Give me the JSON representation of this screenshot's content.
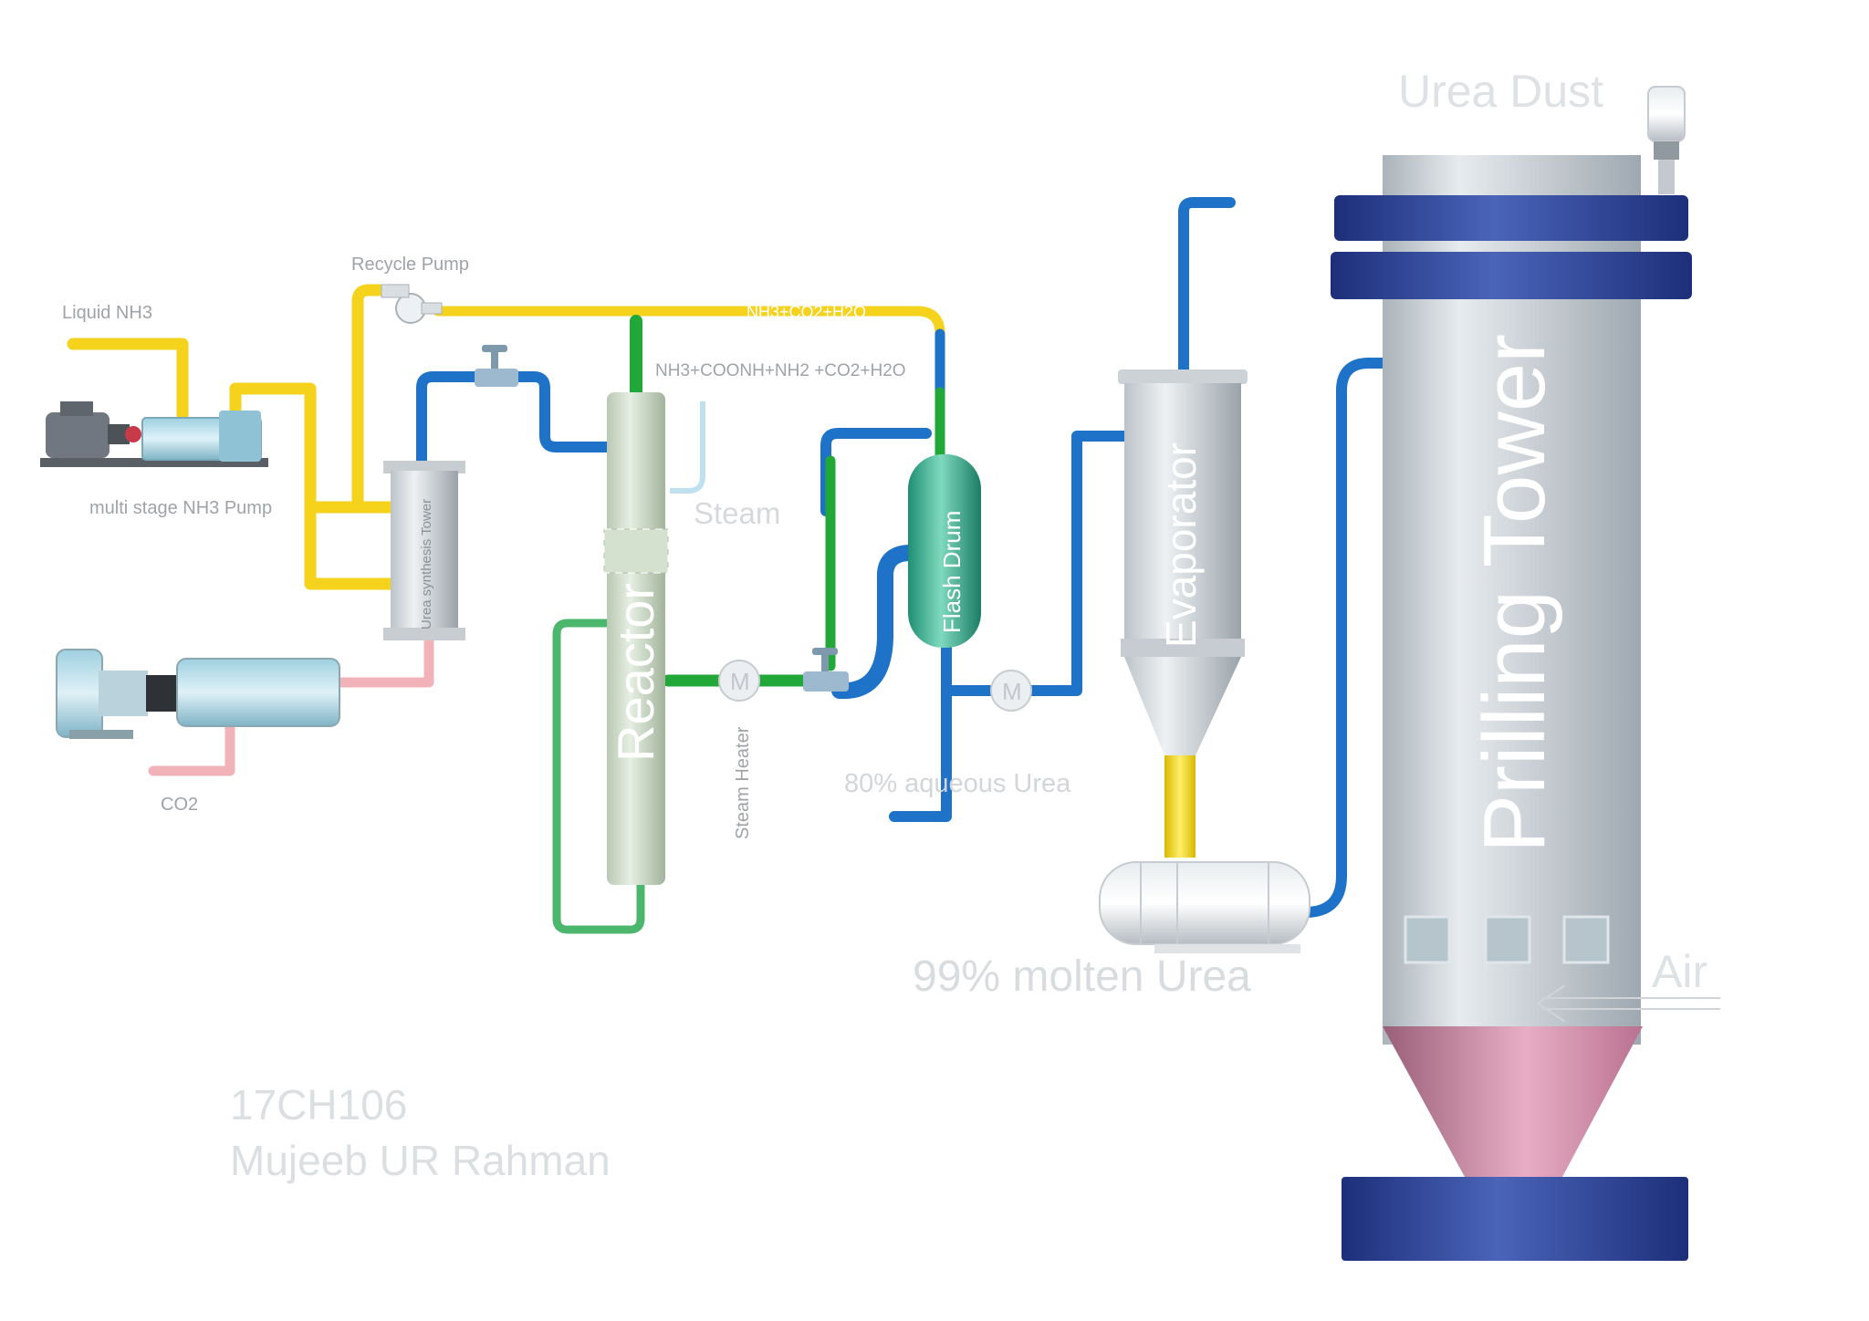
{
  "labels": {
    "liquid_nh3": "Liquid NH3",
    "recycle_pump": "Recycle Pump",
    "top_line": "NH3+CO2+H2O",
    "reactor_line": "NH3+COONH+NH2 +CO2+H2O",
    "nh3_pump": "multi stage NH3 Pump",
    "tower": "Urea synthesis Tower",
    "steam": "Steam",
    "reactor": "Reactor",
    "flash_drum": "Flash Drum",
    "evaporator": "Evaporator",
    "steam_heater": "Steam Heater",
    "co2": "CO2",
    "aqueous_urea": "80% aqueous Urea",
    "molten_urea": "99% molten Urea",
    "prilling_tower": "Prilling Tower",
    "urea_dust": "Urea Dust",
    "air": "Air",
    "motor_m1": "M",
    "motor_m2": "M"
  },
  "author": {
    "id": "17CH106",
    "name": "Mujeeb UR Rahman"
  },
  "colors": {
    "nh3_line": "#f5d21c",
    "water_line": "#1e73c8",
    "carbamate_line": "#22a838",
    "co2_line": "#f2b3b8",
    "tower_blue": "#2c3f8f",
    "tower_cone": "#c9809a"
  }
}
